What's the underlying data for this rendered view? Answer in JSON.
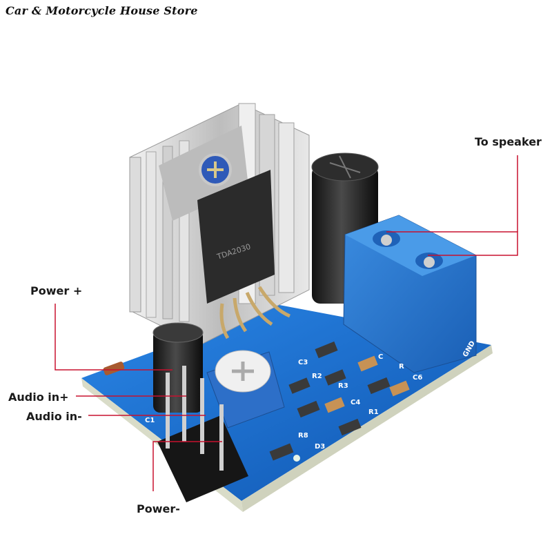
{
  "store": {
    "title": "Car & Motorcycle House Store"
  },
  "callouts": {
    "to_speaker": "To speaker",
    "power_plus": "Power +",
    "audio_in_plus": "Audio in+",
    "audio_in_minus": "Audio in-",
    "power_minus": "Power-"
  },
  "board_markings": {
    "chip": "TDA2030",
    "silk_labels": [
      "C3",
      "R2",
      "R3",
      "C1",
      "C4",
      "R1",
      "R8",
      "D3",
      "C6",
      "C",
      "R",
      "GND"
    ]
  },
  "colors": {
    "pcb": "#1769c9",
    "terminal": "#2a78d0",
    "callout_line": "#c8102e",
    "heatsink": "#c9c9c9"
  }
}
